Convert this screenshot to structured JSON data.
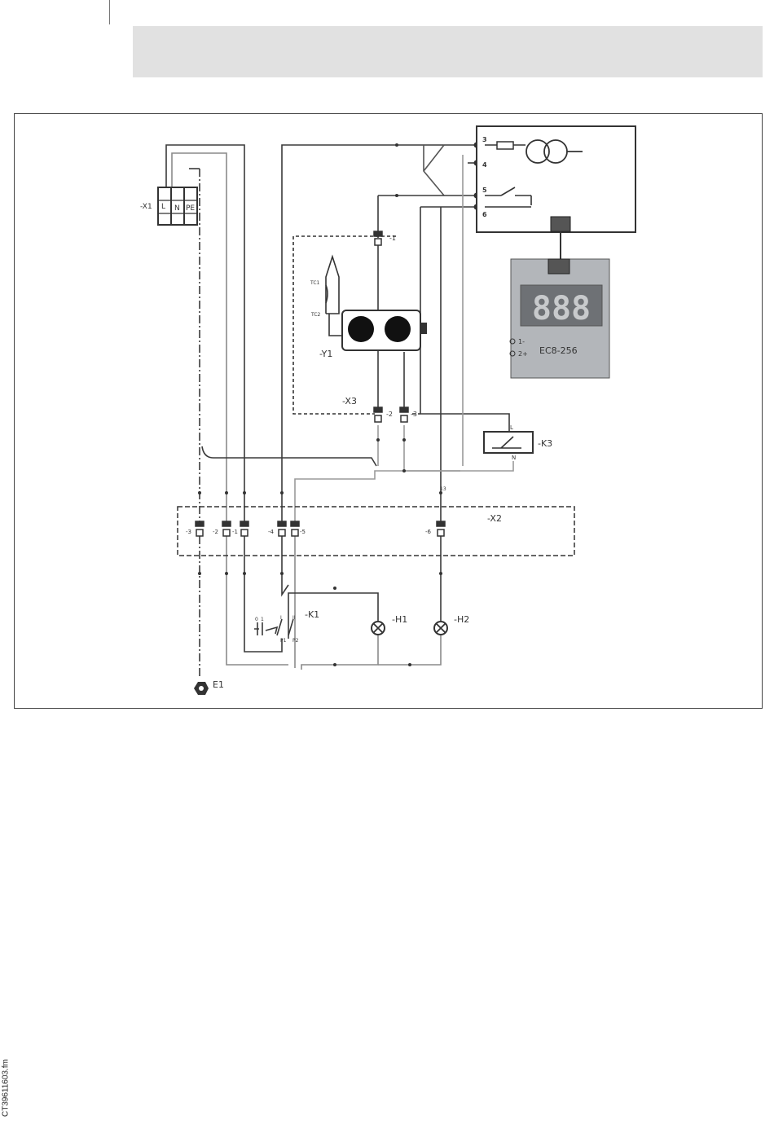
{
  "diagram": {
    "labels": {
      "x1": "-X1",
      "x1_terminals": [
        "L",
        "N",
        "PE"
      ],
      "x3": "-X3",
      "x3_pins": [
        "-1",
        "-2",
        "-3"
      ],
      "y1": "-Y1",
      "tc1": "TC1",
      "tc2": "TC2",
      "k3": "-K3",
      "k3_l": "L",
      "k3_n": "N",
      "x2": "-X2",
      "x2_pins": [
        "-3",
        "-2",
        "-1",
        "-4",
        "-5",
        "-6"
      ],
      "k1": "-K1",
      "k1_positions": [
        "0",
        "1",
        "I",
        "II"
      ],
      "k1_contacts": [
        "P1",
        "P2"
      ],
      "h1": "-H1",
      "h2": "-H2",
      "e1": "E1",
      "controller_terminals": [
        "3",
        "4",
        "5",
        "6"
      ],
      "controller_inputs": [
        "1-",
        "2+"
      ],
      "controller_model": "EC8-256",
      "display_digits": "888",
      "node_13": "13"
    }
  },
  "footer": {
    "file_name": "CT39611603.fm"
  },
  "colors": {
    "wire": "#3a3a3a",
    "wire_light": "#9a9a9a",
    "header_band": "#e1e1e1",
    "controller_face": "#b3b6ba",
    "display_bg": "#6e7175"
  }
}
